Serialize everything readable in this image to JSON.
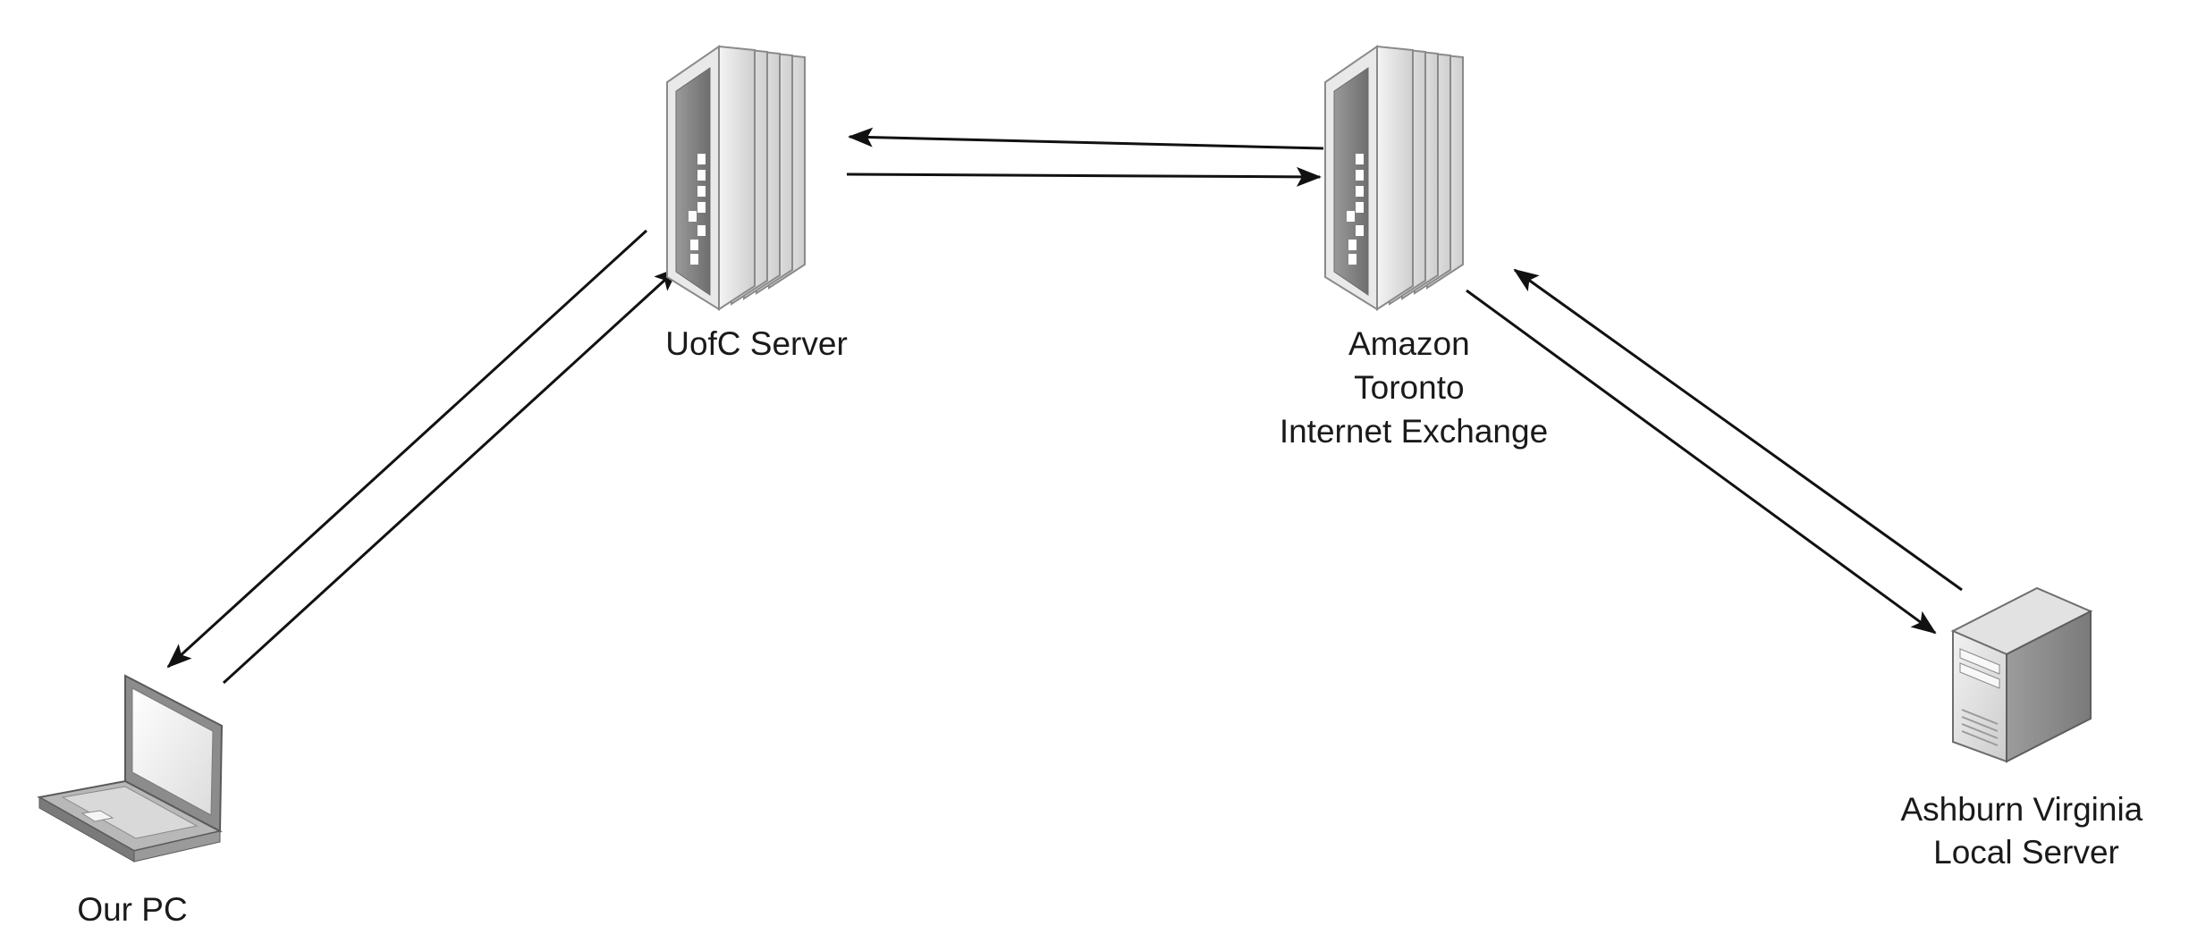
{
  "nodes": {
    "uofc": {
      "label_lines": [
        "UofC Server"
      ],
      "icon": "rack-server-icon"
    },
    "amazon": {
      "label_lines": [
        "Amazon",
        "Toronto",
        "Internet Exchange"
      ],
      "icon": "rack-server-icon"
    },
    "pc": {
      "label_lines": [
        "Our PC"
      ],
      "icon": "laptop-icon"
    },
    "ashburn": {
      "label_lines": [
        "Ashburn Virginia",
        "Local Server"
      ],
      "icon": "tower-server-icon"
    }
  },
  "connections": [
    {
      "from": "uofc",
      "to": "pc"
    },
    {
      "from": "pc",
      "to": "uofc"
    },
    {
      "from": "amazon",
      "to": "uofc"
    },
    {
      "from": "uofc",
      "to": "amazon"
    },
    {
      "from": "amazon",
      "to": "ashburn"
    },
    {
      "from": "ashburn",
      "to": "amazon"
    }
  ],
  "colors": {
    "line": "#111111",
    "server_light": "#e8e8e8",
    "server_mid": "#c9c9c9",
    "server_dark": "#8a8a8a",
    "text": "#1a1a1a"
  }
}
